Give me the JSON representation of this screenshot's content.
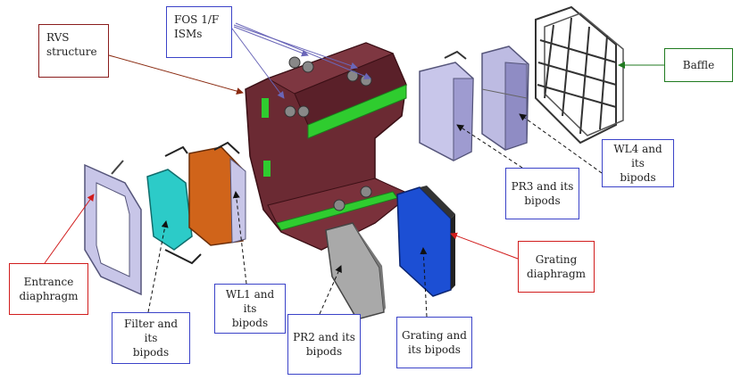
{
  "labels": {
    "fos": "FOS        1/F\nISMs",
    "rvs": "RVS\nstructure",
    "baffle": "Baffle",
    "wl4": "WL4 and its\nbipods",
    "pr3": "PR3 and its\nbipods",
    "grating_diaphragm": "Grating\ndiaphragm",
    "entrance": "Entrance\ndiaphragm",
    "filter": "Filter and its\nbipods",
    "wl1": "WL1 and its\nbipods",
    "pr2": "PR2 and its\nbipods",
    "grating": "Grating and\nits bipods"
  },
  "colors": {
    "structure": "#6b2a33",
    "structure_dark": "#4a1a22",
    "green_parts": "#2fcc2f",
    "filter": "#2ccbc8",
    "wl1": "#d0641a",
    "grating": "#1c4fd4",
    "pr2": "#a9a9a9",
    "lavender": "#c5c3e6",
    "label_blue": "#3b43c8",
    "label_red": "#d11d1d",
    "label_maroon": "#8a1c1c",
    "label_green": "#1f7a1f"
  }
}
